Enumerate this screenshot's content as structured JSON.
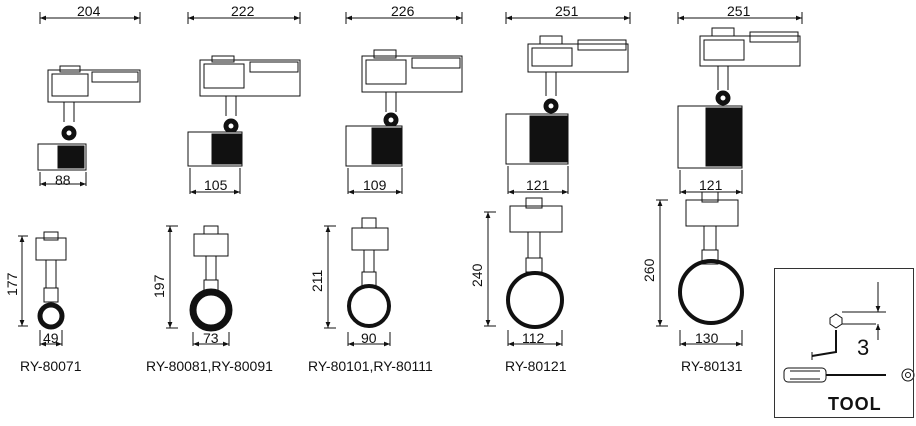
{
  "products": [
    {
      "model": "RY-80071",
      "width_top": "204",
      "head_width": "88",
      "height": "177",
      "ring_dia": "49"
    },
    {
      "model": "RY-80081,RY-80091",
      "width_top": "222",
      "head_width": "105",
      "height": "197",
      "ring_dia": "73"
    },
    {
      "model": "RY-80101,RY-80111",
      "width_top": "226",
      "head_width": "109",
      "height": "211",
      "ring_dia": "90"
    },
    {
      "model": "RY-80121",
      "width_top": "251",
      "head_width": "121",
      "height": "240",
      "ring_dia": "112"
    },
    {
      "model": "RY-80131",
      "width_top": "251",
      "head_width": "121",
      "height": "260",
      "ring_dia": "130"
    }
  ],
  "tool": {
    "label": "TOOL",
    "hex_size": "3",
    "icons": [
      "hex-key-icon",
      "screwdriver-icon",
      "torx-bit-icon"
    ]
  }
}
